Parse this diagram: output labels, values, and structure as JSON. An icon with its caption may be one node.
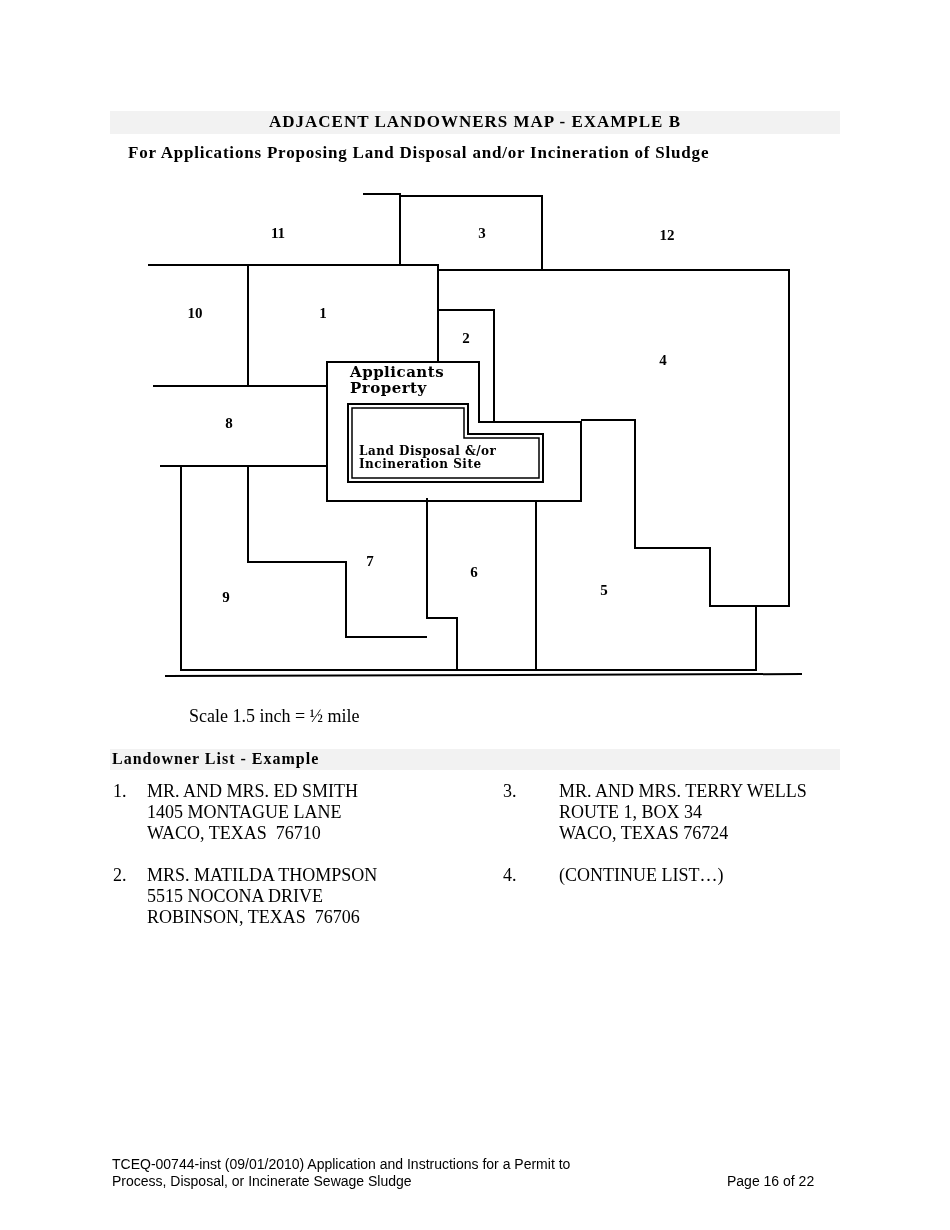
{
  "diagram": {
    "title": "ADJACENT LANDOWNERS MAP - EXAMPLE B",
    "nodes": [
      {
        "text": [
          "Applicants Property"
        ]
      },
      {
        "text": [
          "Land Disposal &/or Incineration Site"
        ],
        "in": 0
      }
    ],
    "edges": [],
    "labels": [
      "For Applications Proposing Land Disposal and/or Incineration of Sludge",
      "11",
      "3",
      "12",
      "10",
      "1",
      "2",
      "4",
      "8",
      "7",
      "6",
      "9",
      "5",
      "Scale 1.5 inch = ½ mile",
      "Landowner List - Example",
      "1.",
      "MR. AND MRS. ED SMITH",
      "1405 MONTAGUE LANE",
      "WACO, TEXAS  76710",
      "3.",
      "MR. AND MRS. TERRY WELLS",
      "ROUTE 1, BOX 34",
      "WACO, TEXAS 76724",
      "2.",
      "MRS. MATILDA THOMPSON",
      "5515 NOCONA DRIVE",
      "ROBINSON, TEXAS  76706",
      "4.",
      "(CONTINUE LIST…)",
      "TCEQ-00744-inst (09/01/2010) Application and Instructions for a Permit to Process, Disposal, or Incinerate Sewage Sludge",
      "Page 16 of 22"
    ]
  }
}
